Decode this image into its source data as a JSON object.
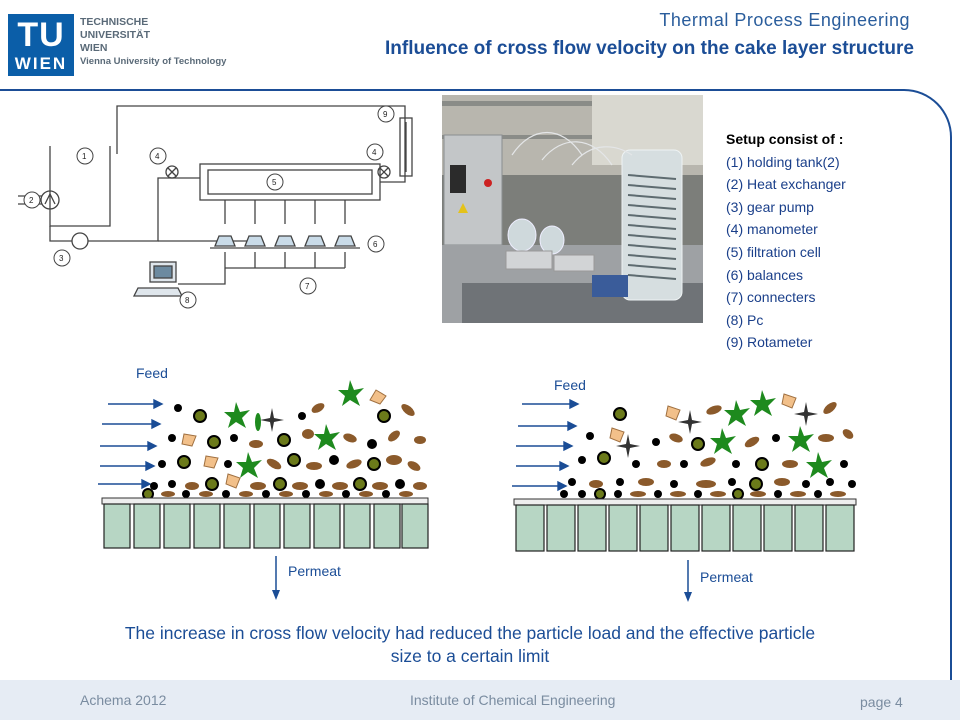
{
  "header": {
    "logo": {
      "mark": "TU",
      "city": "WIEN"
    },
    "university": {
      "line1": "TECHNISCHE",
      "line2": "UNIVERSITÄT",
      "line3": "WIEN",
      "line4": "Vienna University of Technology"
    },
    "brand_title": "Thermal Process Engineering",
    "slide_title": "Influence of cross flow velocity on the cake layer structure"
  },
  "schematic": {
    "labels": [
      "1",
      "2",
      "3",
      "4",
      "4",
      "5",
      "6",
      "7",
      "8",
      "9"
    ]
  },
  "setup": {
    "heading": "Setup consist of :",
    "items": [
      "(1)   holding tank(2)",
      "(2)   Heat exchanger",
      "(3)   gear pump",
      "(4) manometer",
      "(5) filtration cell",
      "(6) balances",
      "(7) connecters",
      "(8) Pc",
      "(9) Rotameter"
    ]
  },
  "cake_left": {
    "feed_label": "Feed",
    "permeat_label": "Permeat"
  },
  "cake_right": {
    "feed_label": "Feed",
    "permeat_label": "Permeat"
  },
  "conclusion": {
    "line1": "The increase in cross flow velocity had reduced the particle load and the effective particle",
    "line2": "size to a certain limit"
  },
  "footer": {
    "event": "Achema 2012",
    "institute": "Institute of Chemical Engineering",
    "page": "page 4"
  },
  "colors": {
    "accent": "#1b4d96",
    "logo_blue": "#0b5ea8",
    "footer_bg": "#e6ecf4",
    "particle_brown": "#8b5a2b",
    "particle_green": "#1a8a1a"
  }
}
